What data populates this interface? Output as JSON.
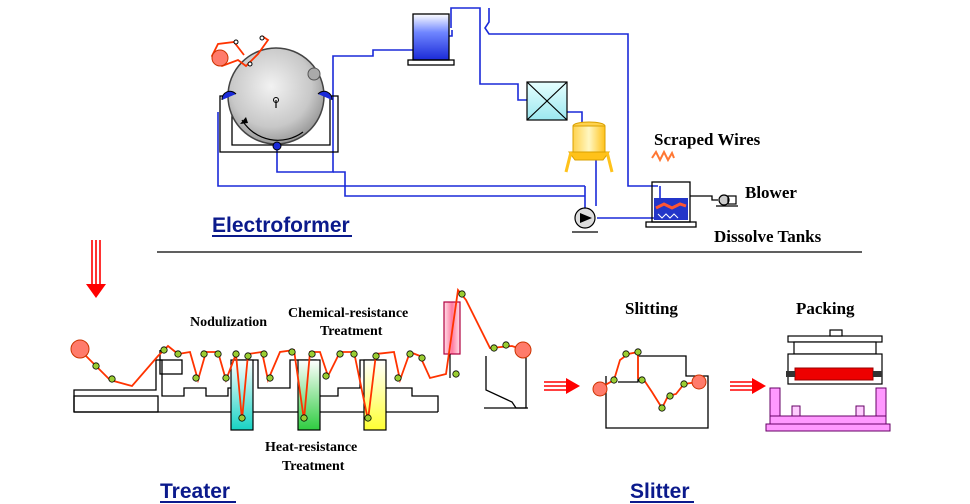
{
  "titles": {
    "electroformer": "Electroformer",
    "treater": "Treater",
    "slitter": "Slitter"
  },
  "labels": {
    "scraped_wires": "Scraped Wires",
    "blower": "Blower",
    "dissolve_tanks": "Dissolve Tanks",
    "nodulization": "Nodulization",
    "chem_resist_1": "Chemical-resistance",
    "chem_resist_2": "Treatment",
    "heat_resist_1": "Heat-resistance",
    "heat_resist_2": "Treatment",
    "slitting": "Slitting",
    "packing": "Packing"
  },
  "colors": {
    "title_blue": "#0b1a8c",
    "pipe_blue": "#1a2ad8",
    "web_red": "#ff3300",
    "roller_green": "#9acd32",
    "arrow_red": "#ff0000",
    "packing_pink": "#ff66ff"
  }
}
